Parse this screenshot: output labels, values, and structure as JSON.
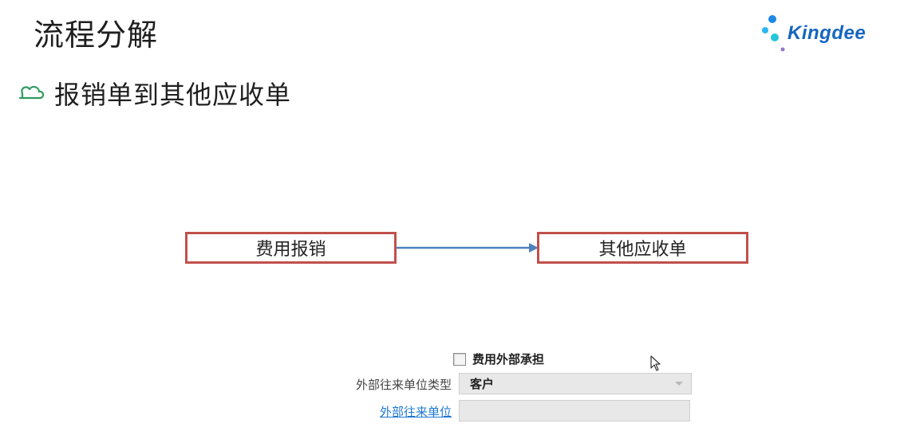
{
  "slide": {
    "title": "流程分解",
    "subtitle": "报销单到其他应收单",
    "brand": {
      "name": "Kingdee",
      "color": "#1565c0"
    }
  },
  "flow": {
    "source_label": "费用报销",
    "target_label": "其他应收单",
    "box_border_color": "#c0504d",
    "arrow_color": "#4f81bd"
  },
  "form": {
    "checkbox_label": "费用外部承担",
    "checkbox_checked": false,
    "unit_type_label": "外部往来单位类型",
    "unit_type_value": "客户",
    "unit_label": "外部往来单位",
    "unit_value": ""
  }
}
